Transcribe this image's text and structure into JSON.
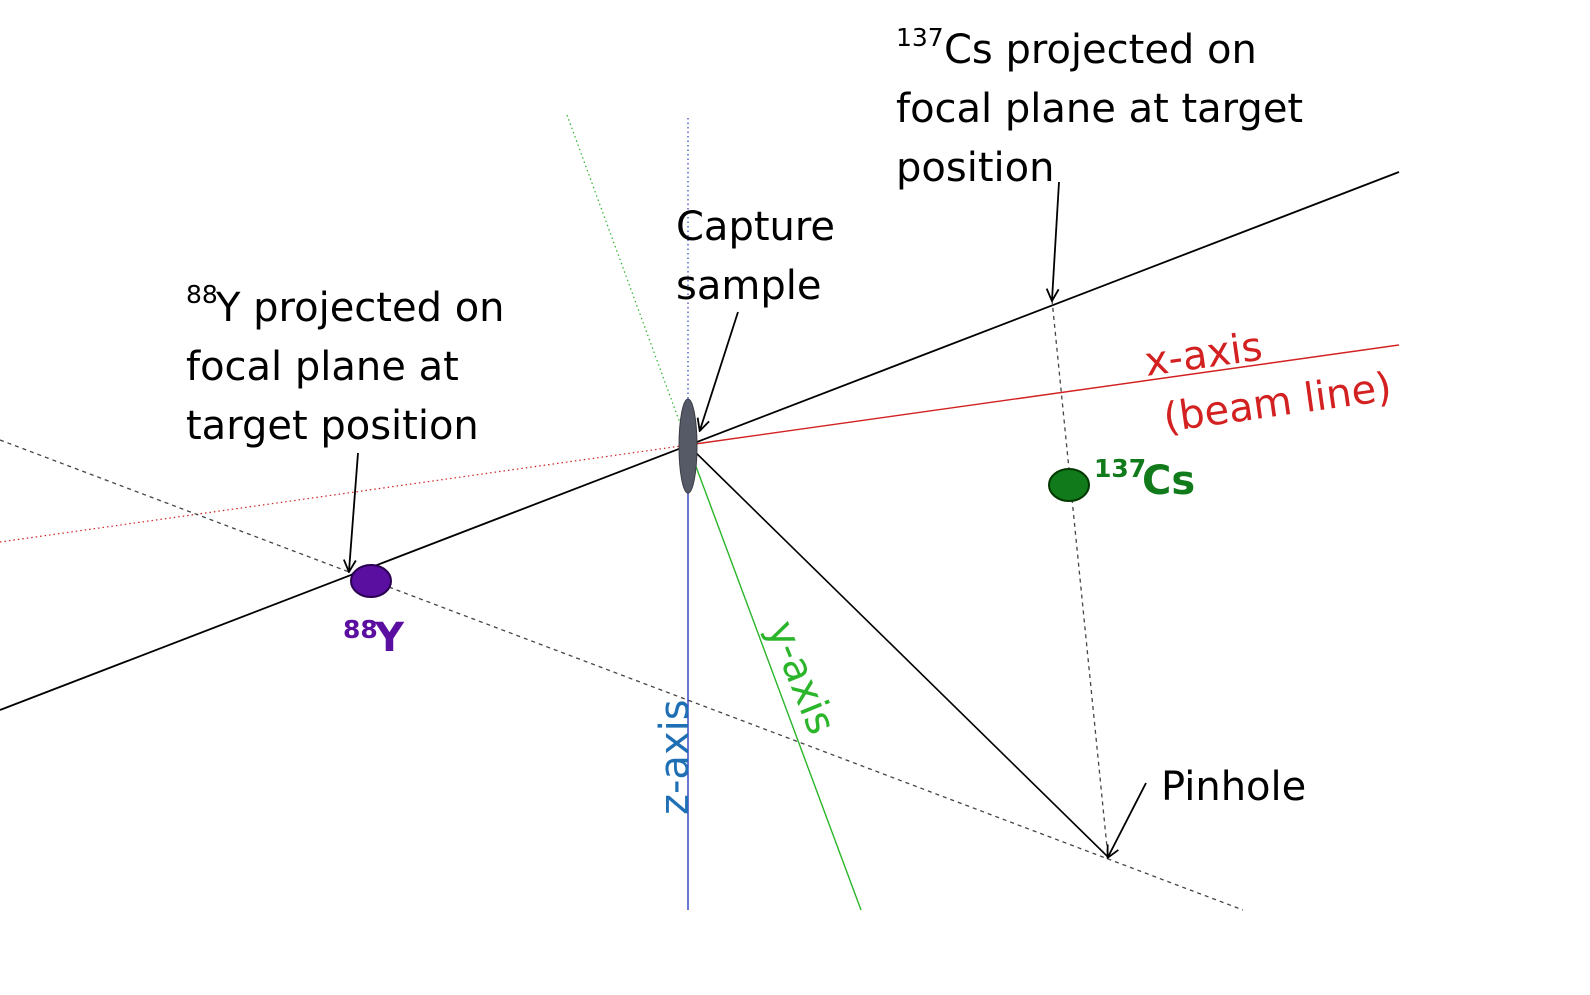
{
  "diagram": {
    "colors": {
      "x_axis": "#d32020",
      "y_axis": "#2bb52b",
      "z_axis": "#2a3fbf",
      "z_label": "#1f6fb5",
      "y88": "#5a0fa0",
      "cs137": "#117a1a",
      "beam": "#000000",
      "sample": "#555a66"
    },
    "labels": {
      "capture_sample": [
        "Capture",
        "sample"
      ],
      "y88_projected": {
        "sup": "88",
        "line1": "Y projected on",
        "line2": "focal plane at",
        "line3": "target position"
      },
      "cs137_projected": {
        "sup": "137",
        "line1": "Cs projected on",
        "line2": "focal plane at target",
        "line3": "position"
      },
      "x_axis": [
        "x-axis",
        "(beam line)"
      ],
      "y_axis": "y-axis",
      "z_axis": "z-axis",
      "pinhole": "Pinhole",
      "y88_marker": {
        "sup": "88",
        "text": "Y"
      },
      "cs137_marker": {
        "sup": "137",
        "text": "Cs"
      }
    }
  }
}
